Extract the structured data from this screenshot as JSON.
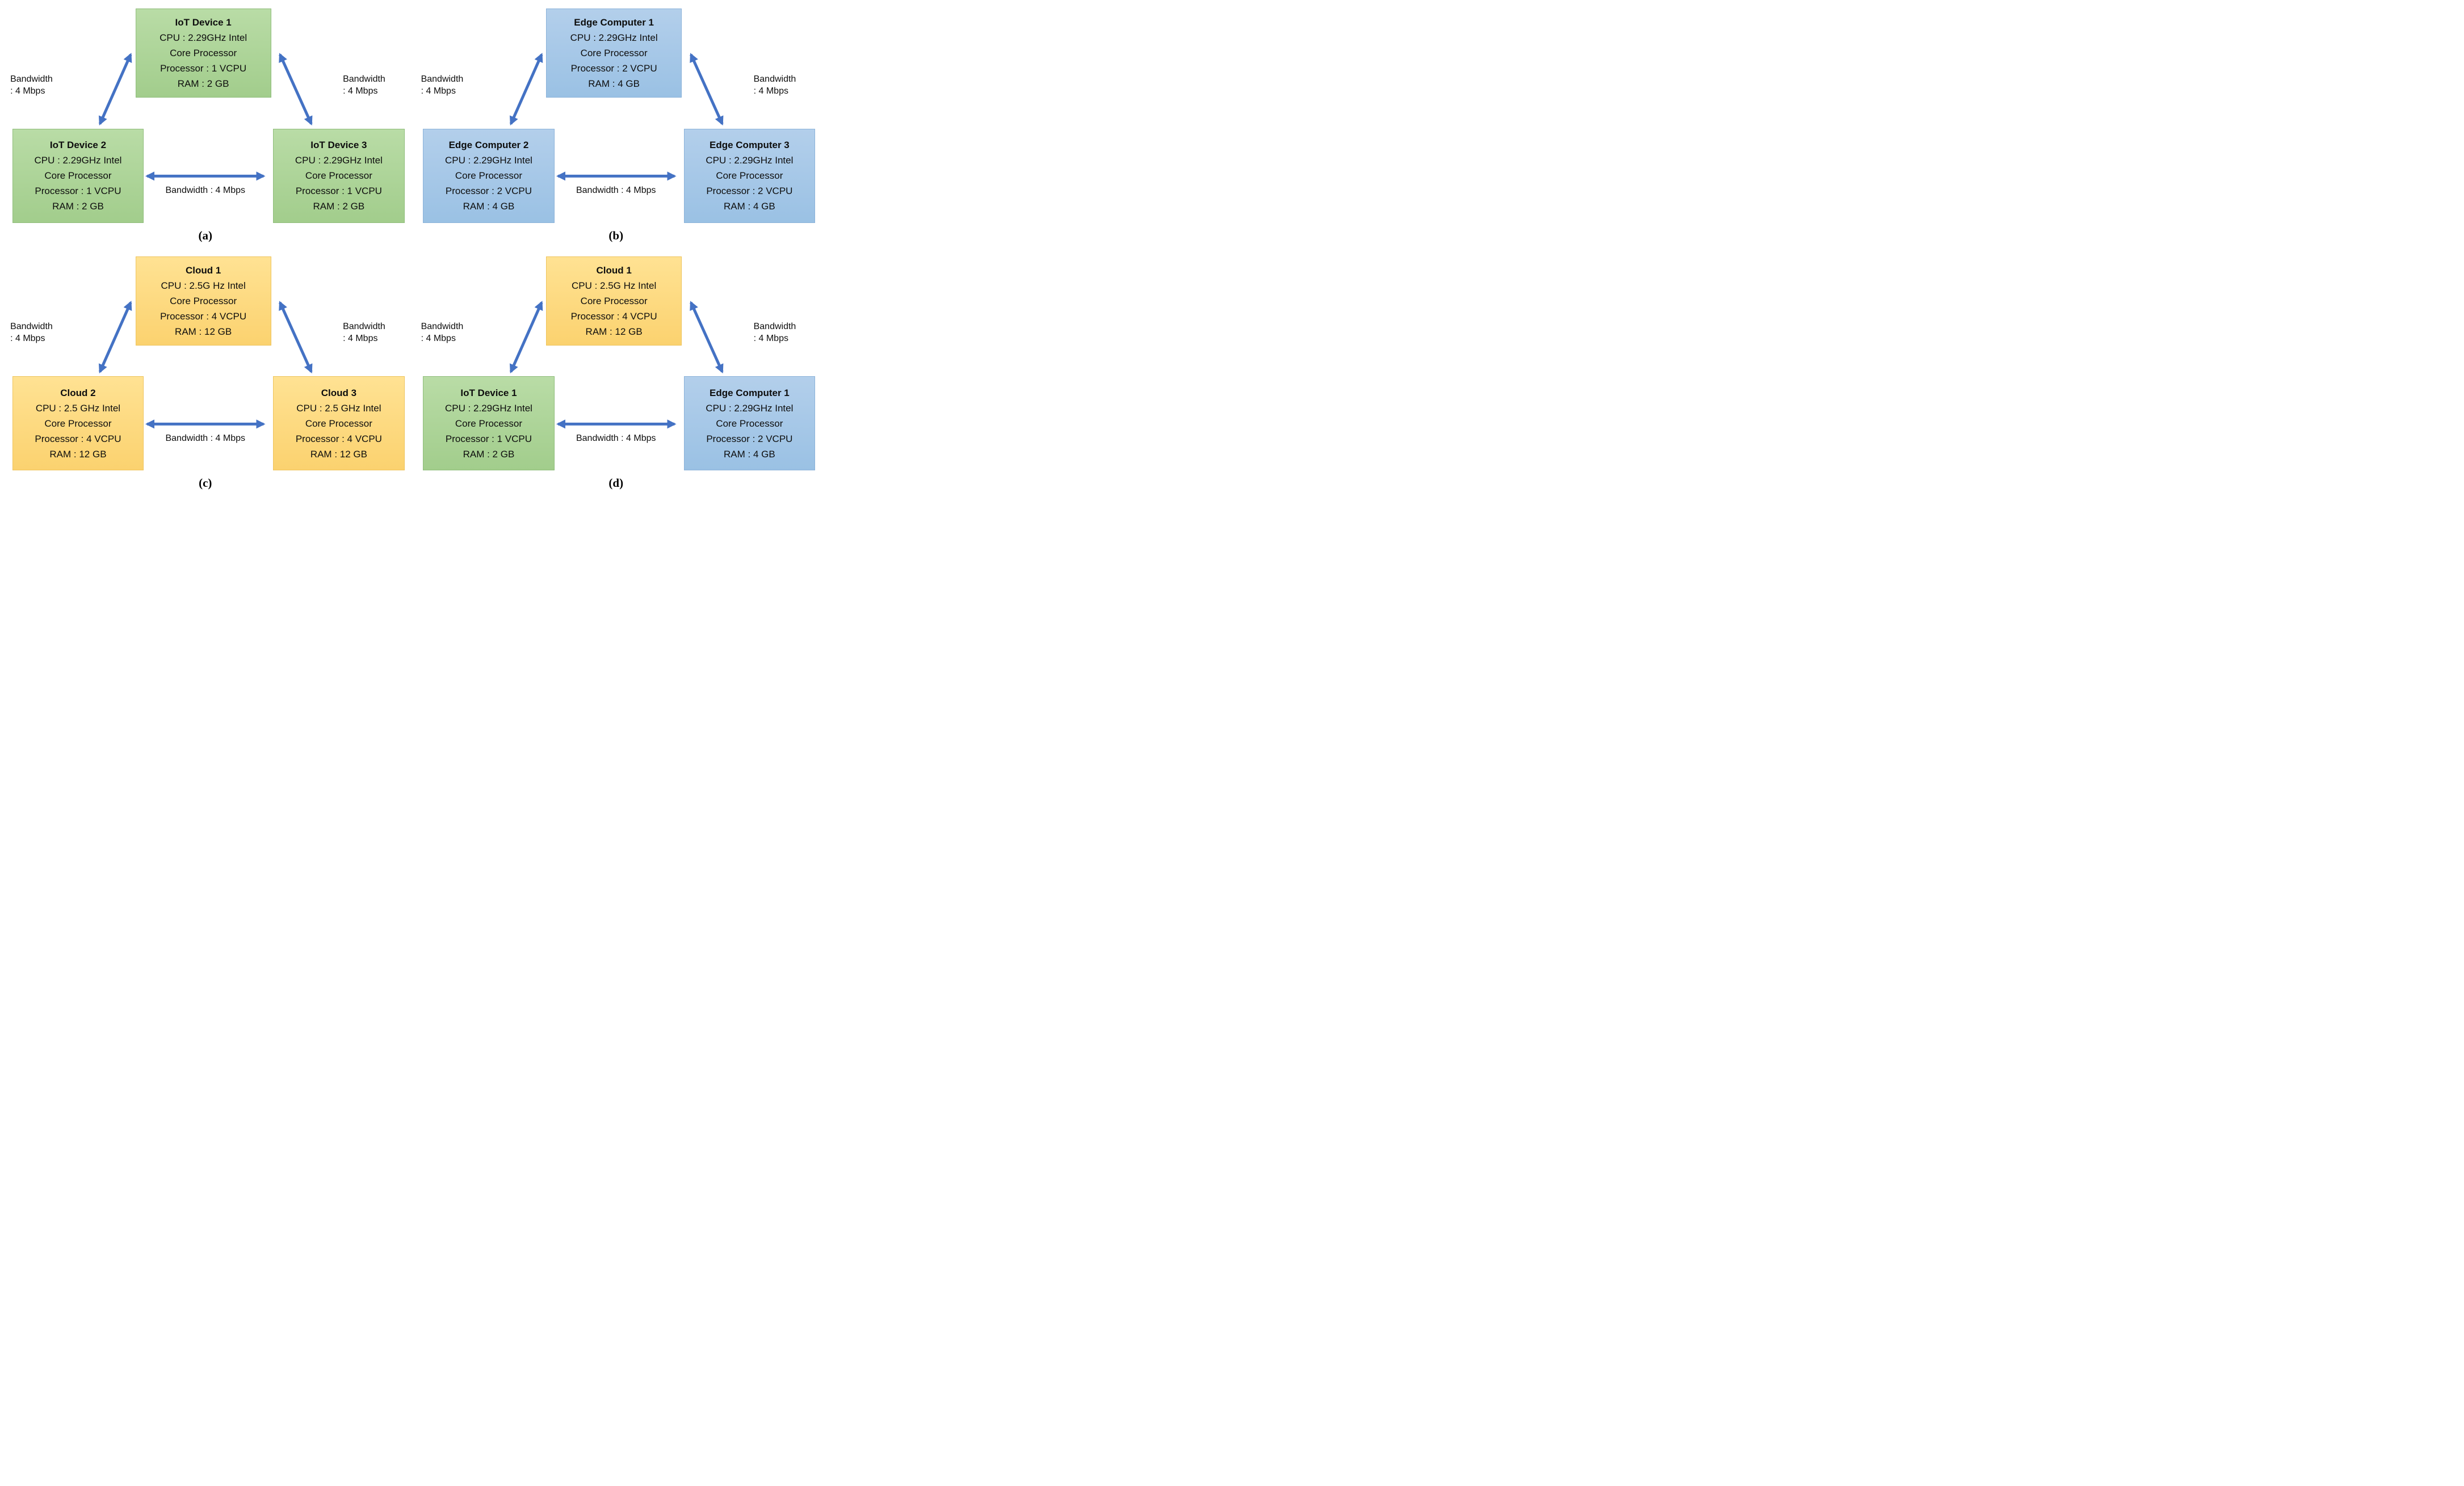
{
  "palette": {
    "arrow_blue": "#4472c4",
    "iot_green_light": "#b9dca6",
    "iot_green_dark": "#a2cd8c",
    "edge_blue_light": "#b3cfeb",
    "edge_blue_dark": "#9ac1e4",
    "cloud_orange_light": "#ffe293",
    "cloud_orange_dark": "#fbd26f",
    "text_black": "#0d0d0d"
  },
  "panels": {
    "a": {
      "caption": "(a)",
      "top": {
        "title": "IoT Device 1",
        "lines": [
          "CPU : 2.29GHz Intel",
          "Core Processor",
          "Processor : 1 VCPU",
          "RAM : 2 GB"
        ]
      },
      "left": {
        "title": "IoT Device 2",
        "lines": [
          "CPU : 2.29GHz Intel",
          "Core Processor",
          "Processor : 1 VCPU",
          "RAM : 2 GB"
        ]
      },
      "right": {
        "title": "IoT Device 3",
        "lines": [
          "CPU : 2.29GHz Intel",
          "Core Processor",
          "Processor : 1 VCPU",
          "RAM : 2 GB"
        ]
      },
      "ll1": "Bandwidth",
      "ll2": ": 4 Mbps",
      "rl1": "Bandwidth",
      "rl2": ": 4 Mbps",
      "bottom": "Bandwidth : 4 Mbps"
    },
    "b": {
      "caption": "(b)",
      "top": {
        "title": "Edge Computer 1",
        "lines": [
          "CPU : 2.29GHz Intel",
          "Core Processor",
          "Processor : 2 VCPU",
          "RAM : 4 GB"
        ]
      },
      "left": {
        "title": "Edge Computer 2",
        "lines": [
          "CPU : 2.29GHz Intel",
          "Core Processor",
          "Processor : 2 VCPU",
          "RAM : 4 GB"
        ]
      },
      "right": {
        "title": "Edge Computer 3",
        "lines": [
          "CPU : 2.29GHz Intel",
          "Core Processor",
          "Processor : 2 VCPU",
          "RAM : 4 GB"
        ]
      },
      "ll1": "Bandwidth",
      "ll2": ": 4 Mbps",
      "rl1": "Bandwidth",
      "rl2": ": 4 Mbps",
      "bottom": "Bandwidth : 4 Mbps"
    },
    "c": {
      "caption": "(c)",
      "top": {
        "title": "Cloud 1",
        "lines": [
          "CPU : 2.5G Hz Intel",
          "Core Processor",
          "Processor : 4 VCPU",
          "RAM : 12 GB"
        ]
      },
      "left": {
        "title": "Cloud 2",
        "lines": [
          "CPU : 2.5 GHz Intel",
          "Core Processor",
          "Processor : 4 VCPU",
          "RAM : 12 GB"
        ]
      },
      "right": {
        "title": "Cloud 3",
        "lines": [
          "CPU : 2.5 GHz Intel",
          "Core Processor",
          "Processor : 4 VCPU",
          "RAM : 12 GB"
        ]
      },
      "ll1": "Bandwidth",
      "ll2": ": 4 Mbps",
      "rl1": "Bandwidth",
      "rl2": ": 4 Mbps",
      "bottom": "Bandwidth : 4 Mbps"
    },
    "d": {
      "caption": "(d)",
      "top": {
        "title": "Cloud 1",
        "lines": [
          "CPU : 2.5G Hz Intel",
          "Core Processor",
          "Processor : 4 VCPU",
          "RAM : 12 GB"
        ]
      },
      "left": {
        "title": "IoT Device 1",
        "lines": [
          "CPU : 2.29GHz Intel",
          "Core Processor",
          "Processor : 1 VCPU",
          "RAM : 2 GB"
        ]
      },
      "right": {
        "title": "Edge Computer 1",
        "lines": [
          "CPU : 2.29GHz Intel",
          "Core Processor",
          "Processor : 2 VCPU",
          "RAM : 4 GB"
        ]
      },
      "ll1": "Bandwidth",
      "ll2": ": 4 Mbps",
      "rl1": "Bandwidth",
      "rl2": ": 4 Mbps",
      "bottom": "Bandwidth : 4 Mbps"
    }
  }
}
